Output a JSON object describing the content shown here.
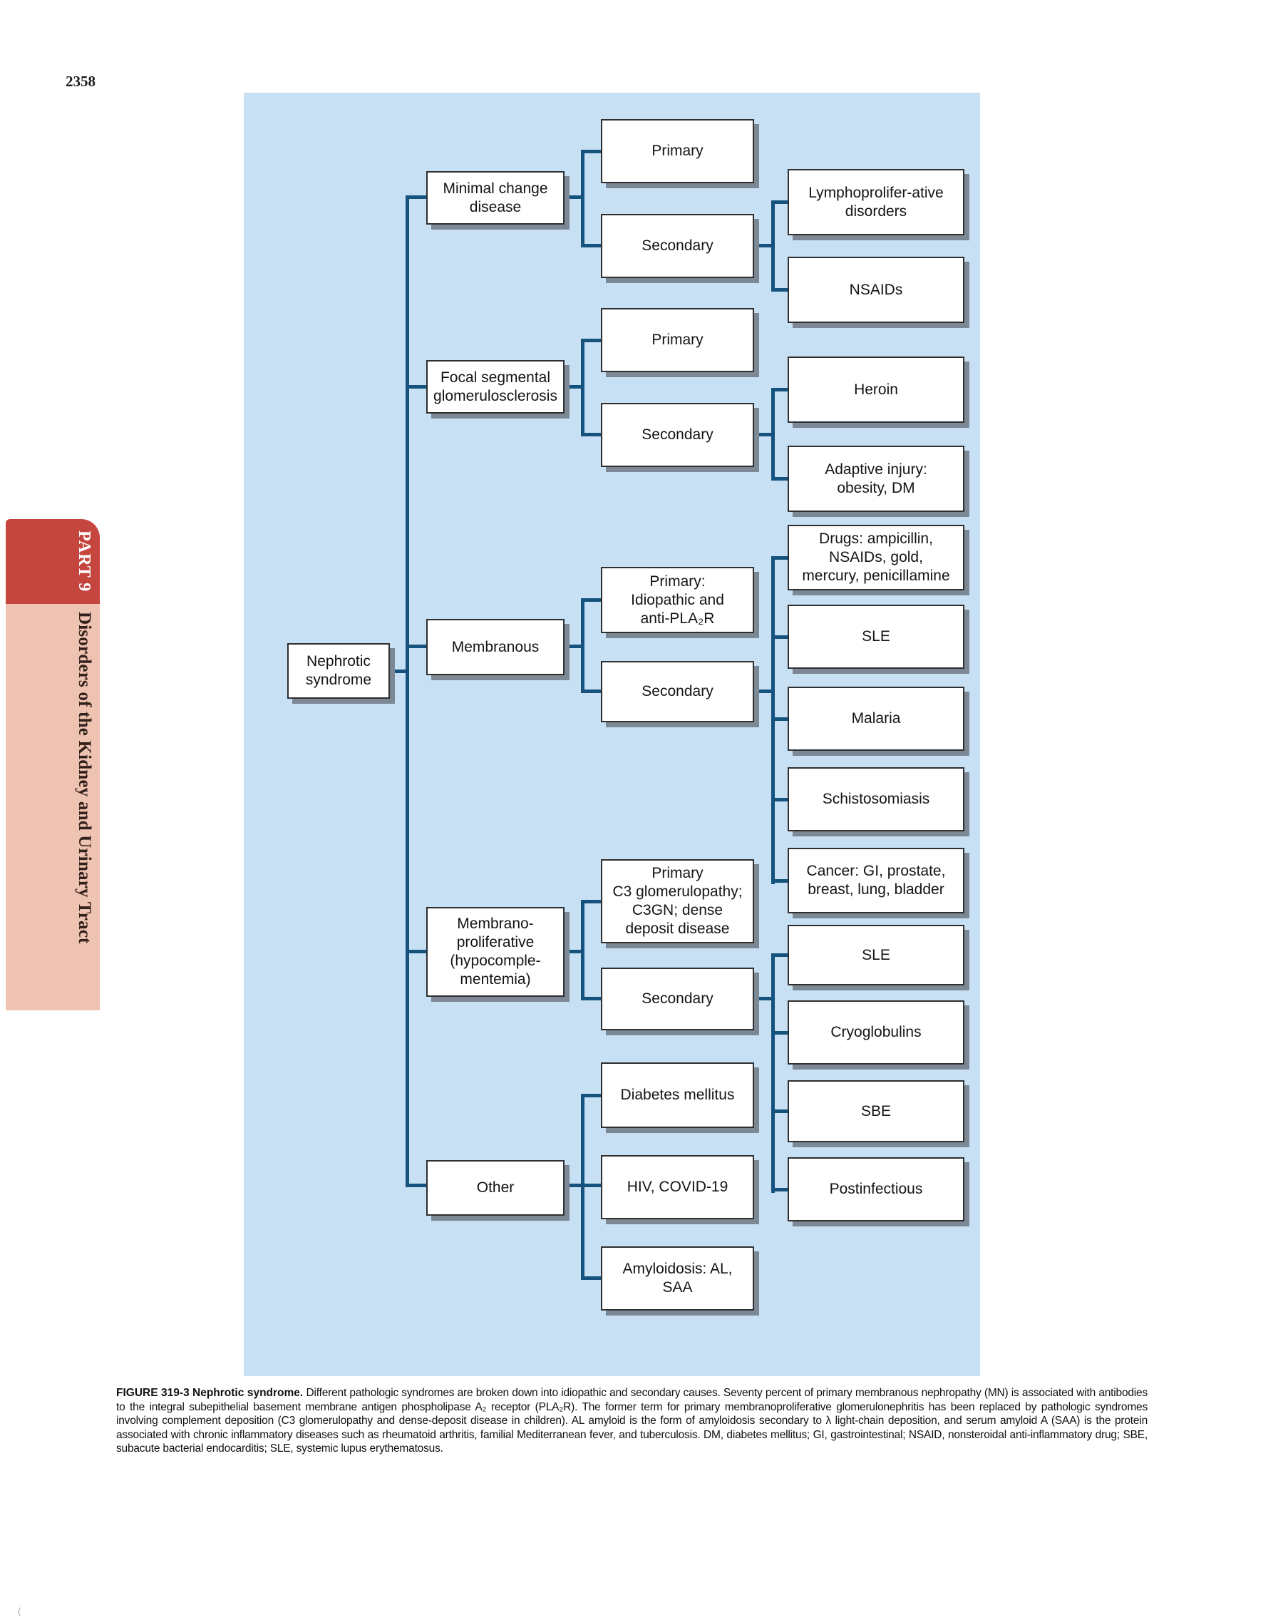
{
  "page": {
    "number": "2358",
    "artifact_mark": "("
  },
  "sidebar": {
    "part_label": "PART 9",
    "section_title": "Disorders of the Kidney and Urinary Tract",
    "part_tab_bg": "#c5453f",
    "part_text_color": "#ffffff",
    "section_tab_bg": "#efc3b2",
    "section_text_color": "#33211b"
  },
  "figure": {
    "panel_bg": "#c8e0f4",
    "connector_color": "#15537e",
    "box_border_color": "#2f2f2f",
    "box_shadow_color": "#7c8894",
    "caption_figure_label": "FIGURE 319-3",
    "caption_title": "Nephrotic syndrome.",
    "caption_body": " Different pathologic syndromes are broken down into idiopathic and secondary causes. Seventy percent of primary membranous nephropathy (MN) is associated with antibodies to the integral subepithelial basement membrane antigen phospholipase A₂ receptor (PLA₂R). The former term for primary membranoproliferative glomerulonephritis has been replaced by pathologic syndromes involving complement deposition (C3 glomerulopathy and dense-deposit disease in children). AL amyloid is the form of amyloidosis secondary to λ light-chain deposition, and serum amyloid A (SAA) is the protein associated with chronic inflammatory diseases such as rheumatoid arthritis, familial Mediterranean fever, and tuberculosis. DM, diabetes mellitus; GI, gastrointestinal; NSAID, nonsteroidal anti-inflammatory drug; SBE, subacute bacterial endocarditis; SLE, systemic lupus erythematosus."
  },
  "nodes": {
    "root": "Nephrotic\nsyndrome",
    "mcd": "Minimal change\ndisease",
    "fsg": "Focal segmental\nglomerulosclerosis",
    "mem": "Membranous",
    "mpgn": "Membrano-\nproliferative\n(hypocomple-\nmentemia)",
    "other": "Other",
    "mcd_primary": "Primary",
    "mcd_secondary": "Secondary",
    "fsg_primary": "Primary",
    "fsg_secondary": "Secondary",
    "mem_primary": "Primary:\nIdiopathic and\nanti-PLA₂R",
    "mem_secondary": "Secondary",
    "mpgn_primary": "Primary\nC3 glomerulopathy;\nC3GN; dense\ndeposit disease",
    "mpgn_secondary": "Secondary",
    "other_dm": "Diabetes mellitus",
    "other_hiv": "HIV, COVID-19",
    "other_amyloid": "Amyloidosis: AL,\nSAA",
    "lymph": "Lymphoprolifer-ative\ndisorders",
    "nsaids": "NSAIDs",
    "heroin": "Heroin",
    "adaptive": "Adaptive injury:\nobesity, DM",
    "drugs": "Drugs: ampicillin,\nNSAIDs, gold,\nmercury, penicillamine",
    "mem_sle": "SLE",
    "malaria": "Malaria",
    "schisto": "Schistosomiasis",
    "cancer": "Cancer: GI, prostate,\nbreast, lung, bladder",
    "mpgn_sle": "SLE",
    "cryo": "Cryoglobulins",
    "sbe": "SBE",
    "postinf": "Postinfectious"
  },
  "hierarchy": {
    "root": "Nephrotic syndrome",
    "branches": [
      {
        "label": "Minimal change disease",
        "children": [
          {
            "label": "Primary",
            "causes": []
          },
          {
            "label": "Secondary",
            "causes": [
              "Lymphoproliferative disorders",
              "NSAIDs"
            ]
          }
        ]
      },
      {
        "label": "Focal segmental glomerulosclerosis",
        "children": [
          {
            "label": "Primary",
            "causes": []
          },
          {
            "label": "Secondary",
            "causes": [
              "Heroin",
              "Adaptive injury: obesity, DM"
            ]
          }
        ]
      },
      {
        "label": "Membranous",
        "children": [
          {
            "label": "Primary: Idiopathic and anti-PLA₂R",
            "causes": []
          },
          {
            "label": "Secondary",
            "causes": [
              "Drugs: ampicillin, NSAIDs, gold, mercury, penicillamine",
              "SLE",
              "Malaria",
              "Schistosomiasis",
              "Cancer: GI, prostate, breast, lung, bladder"
            ]
          }
        ]
      },
      {
        "label": "Membranoproliferative (hypocomplementemia)",
        "children": [
          {
            "label": "Primary C3 glomerulopathy; C3GN; dense deposit disease",
            "causes": []
          },
          {
            "label": "Secondary",
            "causes": [
              "SLE",
              "Cryoglobulins",
              "SBE",
              "Postinfectious"
            ]
          }
        ]
      },
      {
        "label": "Other",
        "children": [
          {
            "label": "Diabetes mellitus",
            "causes": []
          },
          {
            "label": "HIV, COVID-19",
            "causes": []
          },
          {
            "label": "Amyloidosis: AL, SAA",
            "causes": []
          }
        ]
      }
    ]
  }
}
